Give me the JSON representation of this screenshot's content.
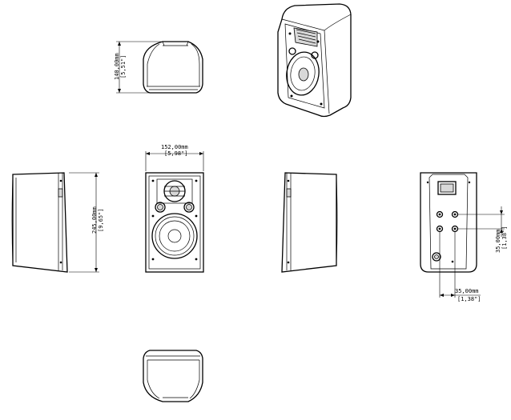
{
  "dimensions": {
    "top_depth_mm": "140,00mm",
    "top_depth_in": "[5,51\"]",
    "front_width_mm": "152,00mm",
    "front_width_in": "[5,98\"]",
    "side_height_mm": "245,00mm",
    "side_height_in": "[9,65\"]",
    "rear_vertical_mm": "35,00mm",
    "rear_vertical_in": "[1,38\"]",
    "rear_horizontal_mm": "35,00mm",
    "rear_horizontal_in": "[1,38\"]"
  },
  "colors": {
    "line": "#000000",
    "background": "#ffffff"
  }
}
